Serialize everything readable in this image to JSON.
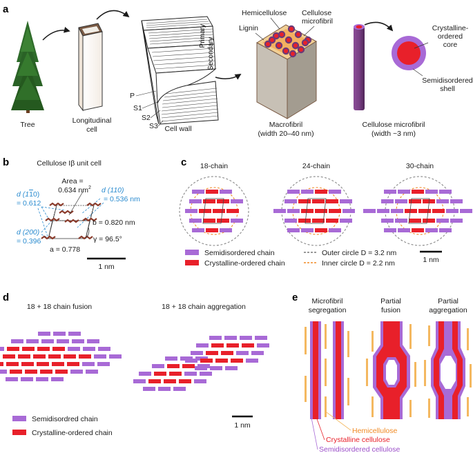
{
  "panel_a": {
    "label": "a",
    "tree": "Tree",
    "cell_line1": "Longitudinal",
    "cell_line2": "cell",
    "cell_wall": "Cell wall",
    "primary": "Primary",
    "secondary": "Secondary",
    "layer_p": "P",
    "layer_s1": "S1",
    "layer_s2": "S2",
    "layer_s3": "S3",
    "hemicellulose": "Hemicellulose",
    "cellulose_line1": "Cellulose",
    "cellulose_line2": "microfibril",
    "lignin": "Lignin",
    "macrofibril_line1": "Macrofibril",
    "macrofibril_line2": "(width 20–40 nm)",
    "microfibril_line1": "Cellulose microfibril",
    "microfibril_line2": "(width ~3 nm)",
    "core_line1": "Crystalline-",
    "core_line2": "ordered",
    "core_line3": "core",
    "shell_line1": "Semidisordered",
    "shell_line2": "shell"
  },
  "panel_b": {
    "label": "b",
    "title": "Cellulose Iβ unit cell",
    "area_line1": "Area =",
    "area_line2": "0.634 nm",
    "area_sup": "2",
    "d110bar_a": "d (1",
    "d110bar_b": "1",
    "d110bar_c": "0)",
    "d110bar_val": "= 0.612",
    "d110_label": "d (110)",
    "d110_val": "= 0.536 nm",
    "d200_label": "d (200)",
    "d200_val": "= 0.396",
    "b_label": "b = 0.820 nm",
    "gamma_label": "γ = 96.5°",
    "a_label": "a = 0.778",
    "scale": "1 nm"
  },
  "panel_c": {
    "label": "c",
    "models": [
      "18-chain",
      "24-chain",
      "30-chain"
    ],
    "legend_semi": "Semidisordered chain",
    "legend_cryst": "Crystalline-ordered chain",
    "legend_outer": "Outer circle D = 3.2 nm",
    "legend_inner": "Inner circle D = 2.2 nm",
    "scale": "1 nm"
  },
  "panel_d": {
    "label": "d",
    "fusion": "18 + 18 chain fusion",
    "aggregation": "18 + 18 chain aggregation",
    "legend_semi": "Semidisordred chain",
    "legend_cryst": "Crystalline-ordered chain",
    "scale": "1 nm"
  },
  "panel_e": {
    "label": "e",
    "col1_line1": "Microfibril",
    "col1_line2": "segregation",
    "col2_line1": "Partial",
    "col2_line2": "fusion",
    "col3_line1": "Partial",
    "col3_line2": "aggregation",
    "hemicellulose": "Hemicellulose",
    "crystalline": "Crystalline cellulose",
    "semidisordered": "Semidisordered cellulose"
  },
  "colors": {
    "purple": "#a86ad6",
    "red": "#e8202a",
    "orange": "#f4b860",
    "blue": "#2a8bcf",
    "dark_purple": "#6b3a78"
  }
}
